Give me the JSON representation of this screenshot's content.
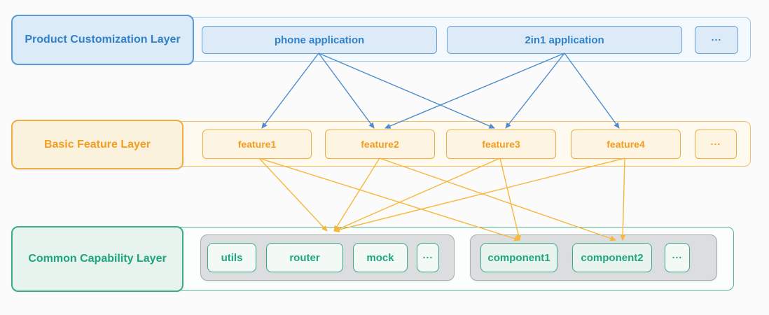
{
  "layers": [
    {
      "name": "Product Customization Layer",
      "items": [
        {
          "id": "phone",
          "label": "phone application"
        },
        {
          "id": "2in1",
          "label": "2in1 application"
        },
        {
          "id": "dots-product",
          "label": "..."
        }
      ]
    },
    {
      "name": "Basic Feature Layer",
      "items": [
        {
          "id": "feature1",
          "label": "feature1"
        },
        {
          "id": "feature2",
          "label": "feature2"
        },
        {
          "id": "feature3",
          "label": "feature3"
        },
        {
          "id": "feature4",
          "label": "feature4"
        },
        {
          "id": "dots-feature",
          "label": "..."
        }
      ]
    },
    {
      "name": "Common Capability Layer",
      "groups": [
        {
          "id": "base-libs",
          "items": [
            {
              "id": "utils",
              "label": "utils"
            },
            {
              "id": "router",
              "label": "router"
            },
            {
              "id": "mock",
              "label": "mock"
            },
            {
              "id": "dots-base",
              "label": "..."
            }
          ]
        },
        {
          "id": "components",
          "items": [
            {
              "id": "component1",
              "label": "component1"
            },
            {
              "id": "component2",
              "label": "component2"
            },
            {
              "id": "dots-components",
              "label": "..."
            }
          ]
        }
      ]
    }
  ],
  "edges": {
    "blue": [
      [
        "phone",
        "feature1"
      ],
      [
        "phone",
        "feature2"
      ],
      [
        "phone",
        "feature3"
      ],
      [
        "2in1",
        "feature2"
      ],
      [
        "2in1",
        "feature3"
      ],
      [
        "2in1",
        "feature4"
      ]
    ],
    "yellow": [
      [
        "feature1",
        "base-libs"
      ],
      [
        "feature2",
        "base-libs"
      ],
      [
        "feature3",
        "base-libs"
      ],
      [
        "feature4",
        "base-libs"
      ],
      [
        "feature1",
        "component1"
      ],
      [
        "feature3",
        "component1"
      ],
      [
        "feature2",
        "component2"
      ],
      [
        "feature4",
        "component2"
      ]
    ]
  },
  "colors": {
    "blue_accent": "#3181ca",
    "orange_accent": "#f59d1e",
    "green_accent": "#1ca57e",
    "blue_arrow": "#4e8ccd",
    "yellow_arrow": "#f7b73c",
    "gray_group": "#dcdddf"
  }
}
